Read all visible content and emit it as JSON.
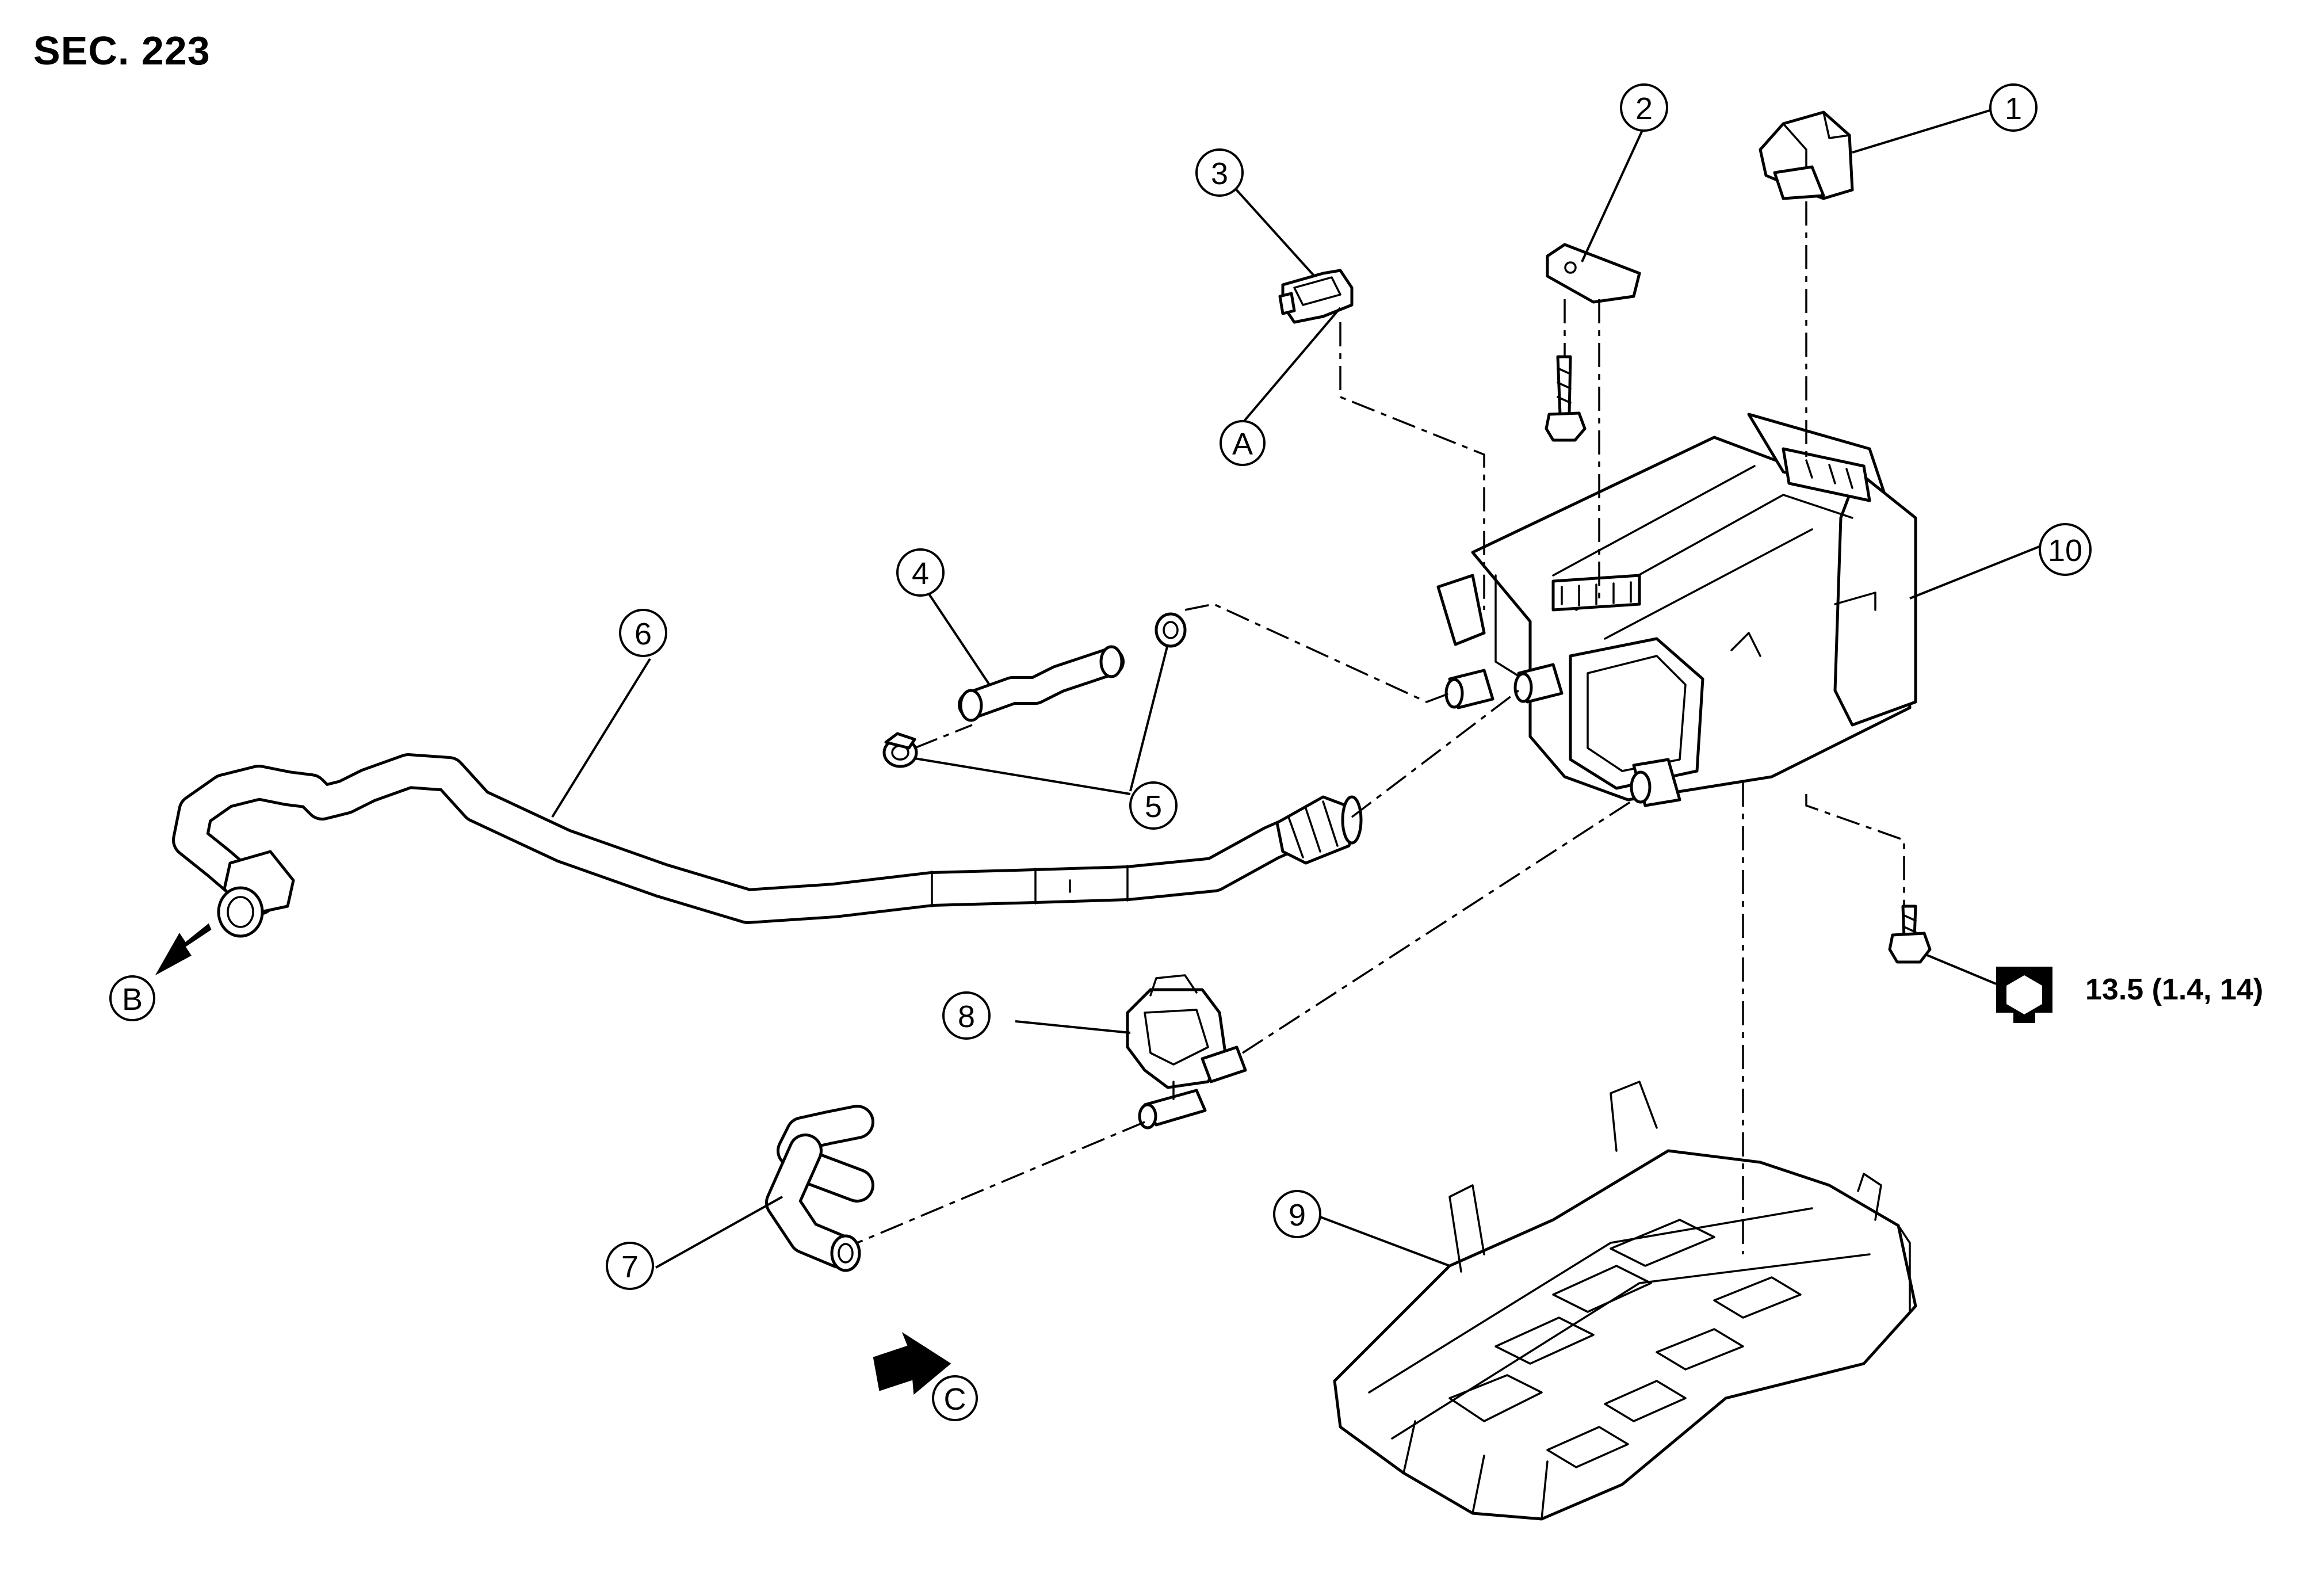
{
  "section_label": "SEC. 223",
  "torque_spec": "13.5 (1.4, 14)",
  "callouts": [
    "1",
    "2",
    "3",
    "4",
    "5",
    "6",
    "7",
    "8",
    "9",
    "10"
  ],
  "refs": [
    "A",
    "B",
    "C"
  ],
  "icons": {
    "torque": "torque-wrench-icon",
    "direction": "arrow-icon"
  }
}
